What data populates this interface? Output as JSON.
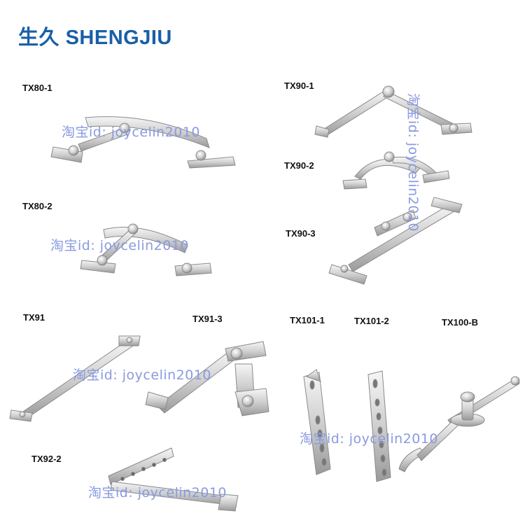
{
  "brand": {
    "cn": "生久",
    "en": "SHENGJIU",
    "color": "#1a5fa8"
  },
  "products": [
    {
      "label": "TX80-1"
    },
    {
      "label": "TX80-2"
    },
    {
      "label": "TX90-1"
    },
    {
      "label": "TX90-2"
    },
    {
      "label": "TX90-3"
    },
    {
      "label": "TX91"
    },
    {
      "label": "TX91-3"
    },
    {
      "label": "TX92-2"
    },
    {
      "label": "TX101-1"
    },
    {
      "label": "TX101-2"
    },
    {
      "label": "TX100-B"
    }
  ],
  "watermark": {
    "text": "淘宝id: joycelin2010",
    "color": "#8a9ae0"
  },
  "colors": {
    "metal_light": "#eeeeee",
    "metal_mid": "#c9c9c9",
    "metal_dark": "#8f8f8f"
  }
}
